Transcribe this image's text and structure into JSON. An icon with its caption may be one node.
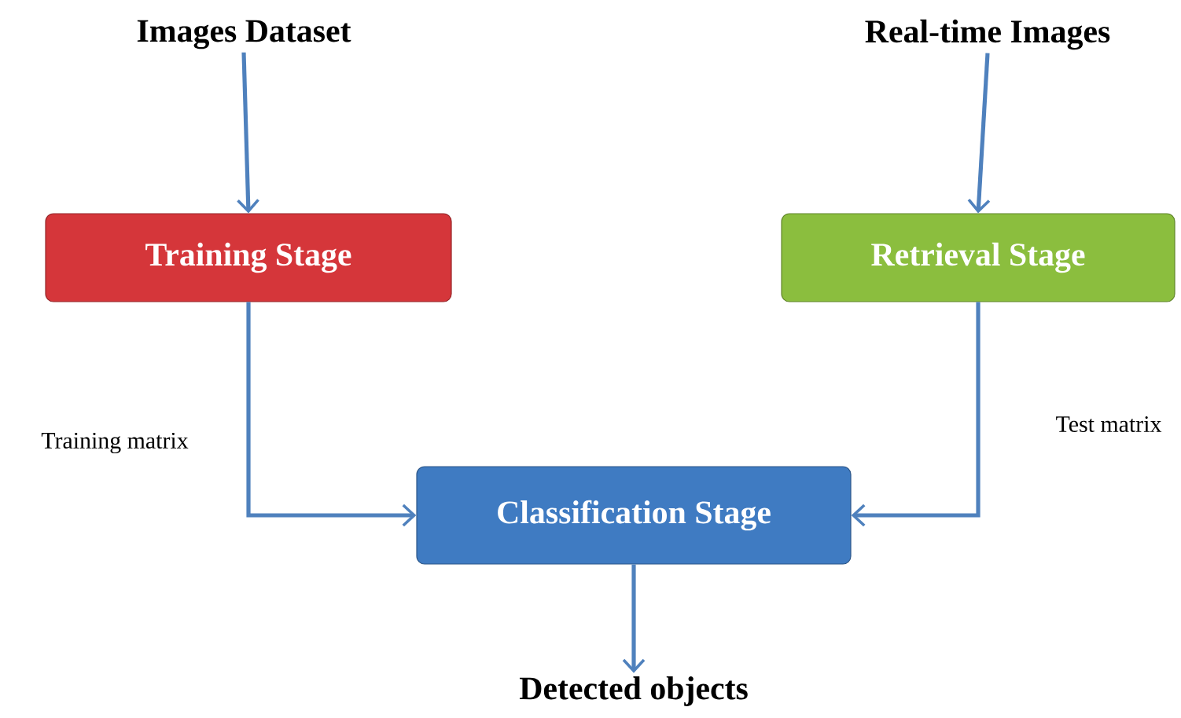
{
  "diagram": {
    "nodes": [
      {
        "text": [
          "Images Dataset"
        ]
      },
      {
        "text": [
          "Real-time Images"
        ]
      },
      {
        "text": [
          "Training Stage"
        ]
      },
      {
        "text": [
          "Retrieval Stage"
        ]
      },
      {
        "text": [
          "Classification Stage"
        ]
      },
      {
        "text": [
          "Detected objects"
        ]
      }
    ],
    "edges": [
      {
        "from": 0,
        "to": 2,
        "arrow": "to"
      },
      {
        "from": 1,
        "to": 3,
        "arrow": "to"
      },
      {
        "from": 2,
        "to": 4,
        "arrow": "to",
        "label": "Training matrix"
      },
      {
        "from": 3,
        "to": 4,
        "arrow": "to",
        "label": "Test matrix"
      },
      {
        "from": 4,
        "to": 5,
        "arrow": "to"
      }
    ]
  }
}
